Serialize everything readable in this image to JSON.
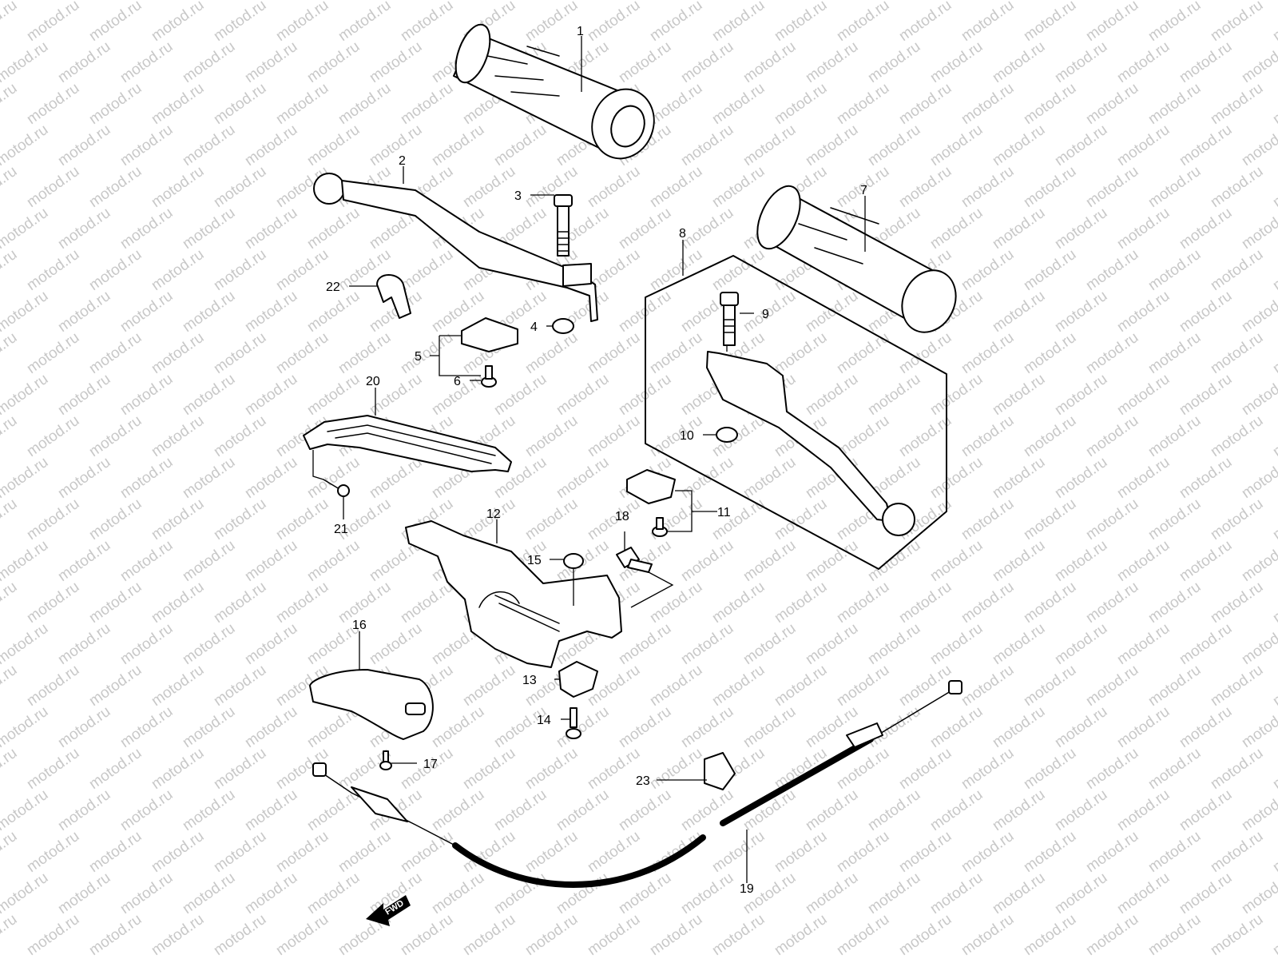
{
  "watermark": "motod.ru",
  "fwd_label": "FWD",
  "callouts": [
    {
      "id": "1",
      "label": "1"
    },
    {
      "id": "2",
      "label": "2"
    },
    {
      "id": "3",
      "label": "3"
    },
    {
      "id": "4",
      "label": "4"
    },
    {
      "id": "5",
      "label": "5"
    },
    {
      "id": "6",
      "label": "6"
    },
    {
      "id": "7",
      "label": "7"
    },
    {
      "id": "8",
      "label": "8"
    },
    {
      "id": "9",
      "label": "9"
    },
    {
      "id": "10",
      "label": "10"
    },
    {
      "id": "11",
      "label": "11"
    },
    {
      "id": "12",
      "label": "12"
    },
    {
      "id": "13",
      "label": "13"
    },
    {
      "id": "14",
      "label": "14"
    },
    {
      "id": "15",
      "label": "15"
    },
    {
      "id": "16",
      "label": "16"
    },
    {
      "id": "17",
      "label": "17"
    },
    {
      "id": "18",
      "label": "18"
    },
    {
      "id": "19",
      "label": "19"
    },
    {
      "id": "20",
      "label": "20"
    },
    {
      "id": "21",
      "label": "21"
    },
    {
      "id": "22",
      "label": "22"
    },
    {
      "id": "23",
      "label": "23"
    }
  ]
}
